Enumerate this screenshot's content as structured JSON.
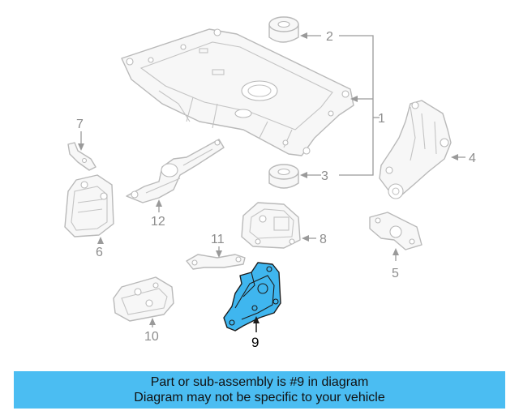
{
  "diagram": {
    "callouts": {
      "c1": "1",
      "c2": "2",
      "c3": "3",
      "c4": "4",
      "c5": "5",
      "c6": "6",
      "c7": "7",
      "c8": "8",
      "c9": "9",
      "c10": "10",
      "c11": "11",
      "c12": "12"
    },
    "highlighted_part": "9",
    "highlight_color": "#3fb6ef",
    "line_color": "#b9b9b9"
  },
  "banner": {
    "line1": "Part or sub-assembly is #9 in diagram",
    "line2": "Diagram may not be specific to your vehicle",
    "background": "#4bbdf2"
  }
}
